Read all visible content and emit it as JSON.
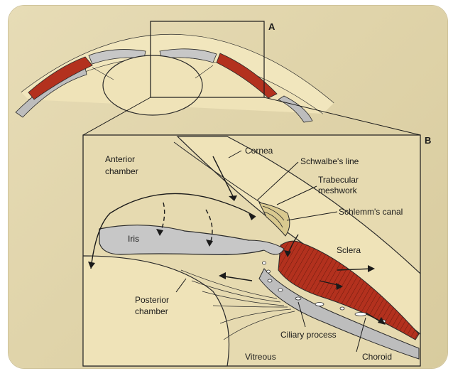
{
  "panels": {
    "top": "A",
    "bottom": "B"
  },
  "labels": {
    "cornea": "Cornea",
    "schwalbe": "Schwalbe's line",
    "trabecular_1": "Trabecular",
    "trabecular_2": "meshwork",
    "schlemm": "Schlemm's canal",
    "anterior_1": "Anterior",
    "anterior_2": "chamber",
    "iris": "Iris",
    "sclera": "Sclera",
    "posterior_1": "Posterior",
    "posterior_2": "chamber",
    "ciliary": "Ciliary process",
    "choroid": "Choroid",
    "vitreous": "Vitreous"
  },
  "colors": {
    "background": "#e4d8ae",
    "tissue": "#efe3b8",
    "muscle": "#b3311e",
    "iris": "#c7c7c7",
    "outline": "#2a2a2a"
  }
}
